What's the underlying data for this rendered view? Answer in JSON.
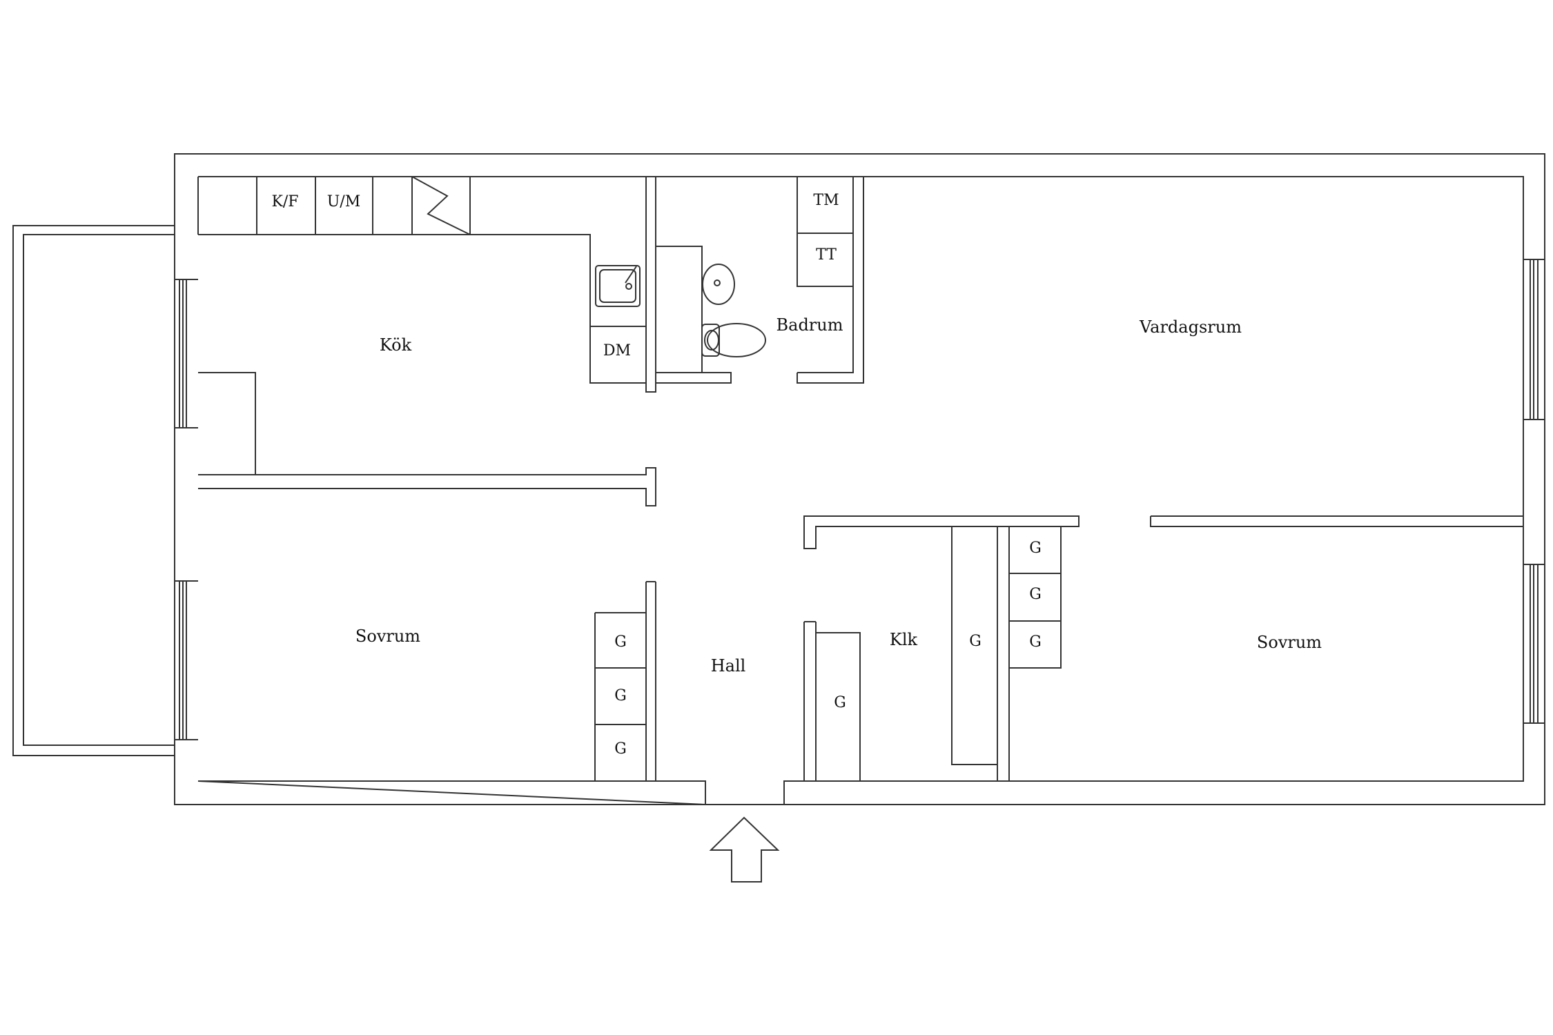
{
  "plan": {
    "rooms": {
      "kok": "Kök",
      "badrum": "Badrum",
      "vardagsrum": "Vardagsrum",
      "sovrum_left": "Sovrum",
      "hall": "Hall",
      "klk": "Klk",
      "sovrum_right": "Sovrum"
    },
    "fixtures": {
      "kf": "K/F",
      "um": "U/M",
      "dm": "DM",
      "tm": "TM",
      "tt": "TT"
    },
    "wardrobe_label": "G",
    "colors": {
      "lines": "#333333",
      "background": "#ffffff"
    }
  }
}
